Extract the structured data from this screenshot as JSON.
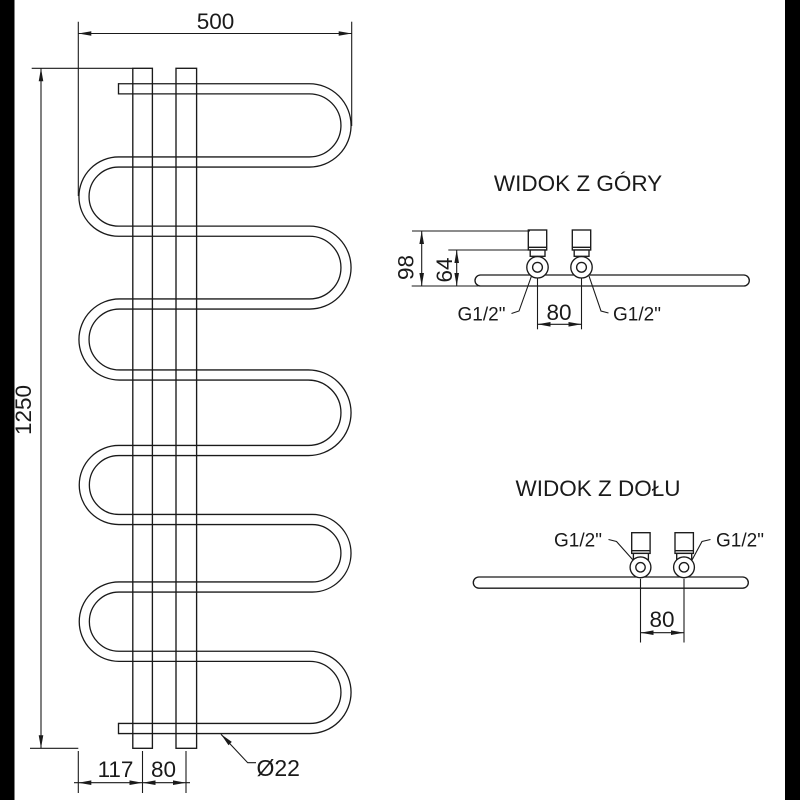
{
  "colors": {
    "line": "#1a1a1a",
    "background": "#ffffff",
    "letterbox": "#000000"
  },
  "front_view": {
    "dim_width": "500",
    "dim_height": "1250",
    "dim_foot_offset": "117",
    "dim_rail_spacing": "80",
    "tube_diameter": "Ø22"
  },
  "top_view": {
    "title": "WIDOK Z GÓRY",
    "dim_total_depth": "98",
    "dim_pipe_depth": "64",
    "dim_connection_spacing": "80",
    "thread_left": "G1/2\"",
    "thread_right": "G1/2\""
  },
  "bottom_view": {
    "title": "WIDOK Z DOŁU",
    "dim_connection_spacing": "80",
    "thread_left": "G1/2\"",
    "thread_right": "G1/2\""
  }
}
